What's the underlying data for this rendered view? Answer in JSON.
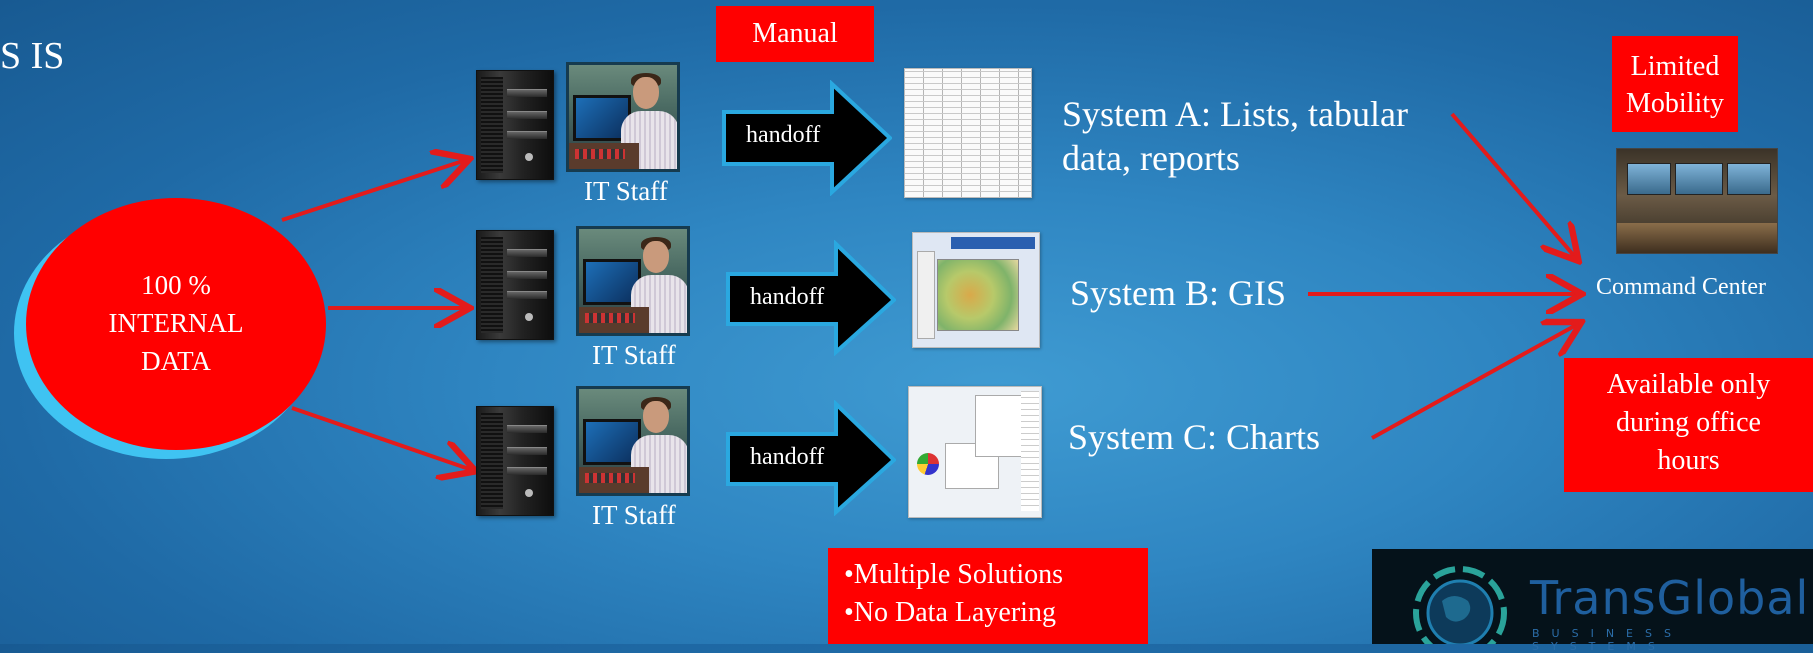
{
  "title_fragment": "S IS",
  "manual_label": "Manual",
  "internal_data": {
    "line1": "100 %",
    "line2": "INTERNAL",
    "line3": "DATA"
  },
  "staff_rows": [
    {
      "staff_label": "IT Staff",
      "handoff_label": "handoff",
      "system_label": "System A: Lists, tabular data, reports"
    },
    {
      "staff_label": "IT Staff",
      "handoff_label": "handoff",
      "system_label": "System B: GIS"
    },
    {
      "staff_label": "IT Staff",
      "handoff_label": "handoff",
      "system_label": "System C: Charts"
    }
  ],
  "system_a_line1": "System A: Lists, tabular",
  "system_a_line2": "data, reports",
  "limited_mobility": {
    "line1": "Limited",
    "line2": "Mobility"
  },
  "command_center_label": "Command Center",
  "office_hours": {
    "line1": "Available only",
    "line2": "during office",
    "line3": "hours"
  },
  "issues": [
    "•Multiple Solutions",
    "•No Data Layering"
  ],
  "logo": {
    "brand": "TransGlobal",
    "tagline": "BUSINESS SYSTEMS"
  },
  "colors": {
    "background": "#2f86c2",
    "alert_red": "#ff0000",
    "arrow_red": "#e31b1b",
    "handoff_fill": "#000000",
    "handoff_border": "#2aa8e0"
  }
}
